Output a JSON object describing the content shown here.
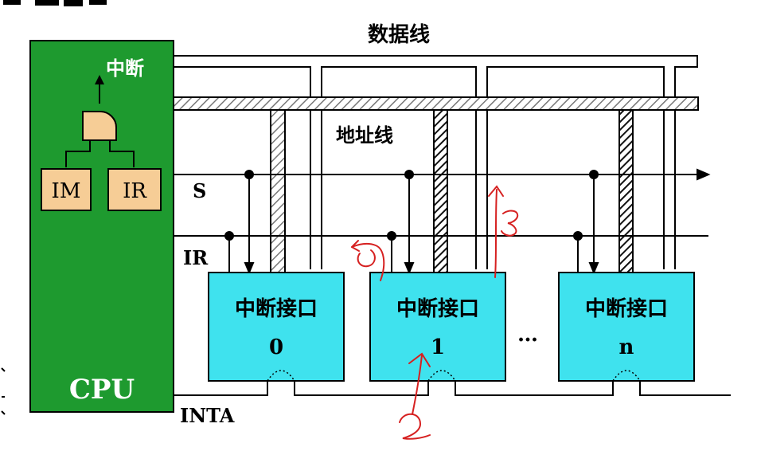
{
  "labels": {
    "data_bus": "数据线",
    "address_bus": "地址线",
    "signal_s": "S",
    "signal_ir": "IR",
    "signal_inta": "INTA",
    "cpu": "CPU",
    "interrupt_out": "中断",
    "reg_im": "IM",
    "reg_ir": "IR",
    "ellipsis": "…"
  },
  "interfaces": [
    {
      "title": "中断接口",
      "index": "0"
    },
    {
      "title": "中断接口",
      "index": "1"
    },
    {
      "title": "中断接口",
      "index": "n"
    }
  ],
  "annotations": [
    "1",
    "2",
    "3"
  ],
  "colors": {
    "cpu_green": "#1e9a2f",
    "interface_cyan": "#3fe2ee",
    "register_tan": "#f6cd96",
    "annotation_red": "#d62020"
  }
}
